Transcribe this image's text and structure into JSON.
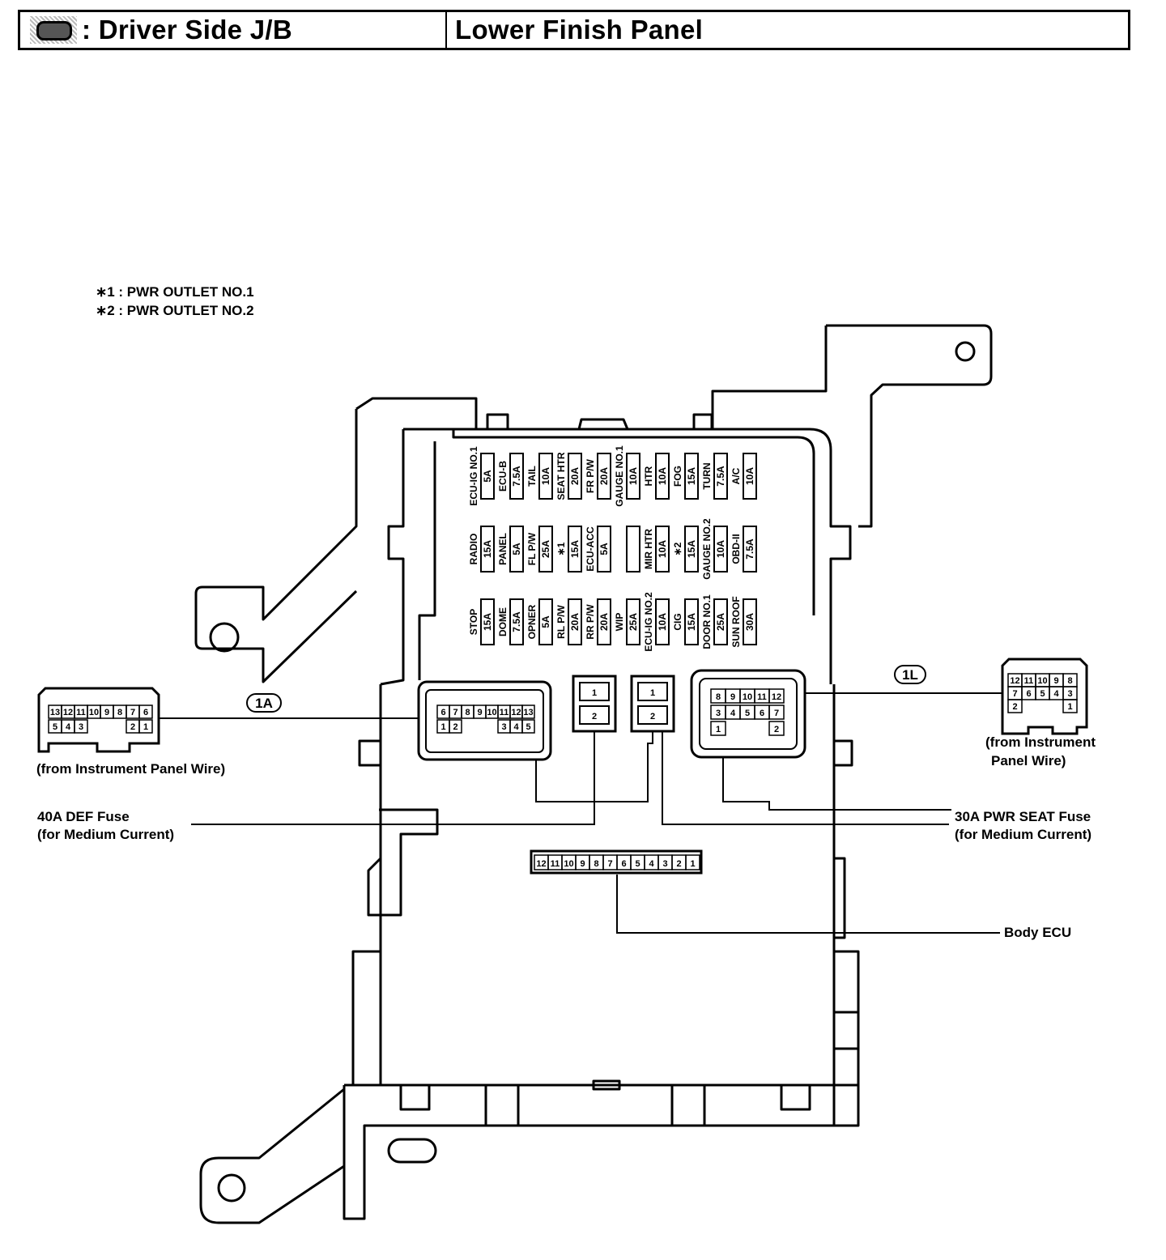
{
  "header": {
    "icon": "junction-block-icon",
    "title_left": ": Driver Side J/B",
    "title_right": "Lower Finish Panel"
  },
  "notes": [
    "∗1 : PWR OUTLET NO.1",
    "∗2 : PWR OUTLET NO.2"
  ],
  "fuse_rows": [
    [
      {
        "name": "ECU-IG NO.1",
        "amp": "5A"
      },
      {
        "name": "ECU-B",
        "amp": "7.5A"
      },
      {
        "name": "TAIL",
        "amp": "10A"
      },
      {
        "name": "SEAT HTR",
        "amp": "20A"
      },
      {
        "name": "FR P/W",
        "amp": "20A"
      },
      {
        "name": "GAUGE NO.1",
        "amp": "10A"
      },
      {
        "name": "HTR",
        "amp": "10A"
      },
      {
        "name": "FOG",
        "amp": "15A"
      },
      {
        "name": "TURN",
        "amp": "7.5A"
      },
      {
        "name": "A/C",
        "amp": "10A"
      }
    ],
    [
      {
        "name": "RADIO",
        "amp": "15A"
      },
      {
        "name": "PANEL",
        "amp": "5A"
      },
      {
        "name": "FL P/W",
        "amp": "25A"
      },
      {
        "name": "∗1",
        "amp": "15A"
      },
      {
        "name": "ECU-ACC",
        "amp": "5A"
      },
      {
        "name": "",
        "amp": ""
      },
      {
        "name": "MIR HTR",
        "amp": "10A"
      },
      {
        "name": "∗2",
        "amp": "15A"
      },
      {
        "name": "GAUGE NO.2",
        "amp": "10A"
      },
      {
        "name": "OBD-II",
        "amp": "7.5A"
      }
    ],
    [
      {
        "name": "STOP",
        "amp": "15A"
      },
      {
        "name": "DOME",
        "amp": "7.5A"
      },
      {
        "name": "OPNER",
        "amp": "5A"
      },
      {
        "name": "RL P/W",
        "amp": "20A"
      },
      {
        "name": "RR P/W",
        "amp": "20A"
      },
      {
        "name": "WIP",
        "amp": "25A"
      },
      {
        "name": "ECU-IG NO.2",
        "amp": "10A"
      },
      {
        "name": "CIG",
        "amp": "15A"
      },
      {
        "name": "DOOR NO.1",
        "amp": "25A"
      },
      {
        "name": "SUN ROOF",
        "amp": "30A"
      }
    ]
  ],
  "connectors": {
    "c1A": {
      "tag": "1A",
      "source": "(from Instrument Panel Wire)",
      "plug_top": [
        "13",
        "12",
        "11",
        "10",
        "9",
        "8",
        "7",
        "6"
      ],
      "plug_bottom": [
        "5",
        "4",
        "3",
        "2",
        "1"
      ],
      "jb_top": [
        "6",
        "7",
        "8",
        "9",
        "10",
        "11",
        "12",
        "13"
      ],
      "jb_bottom": [
        "1",
        "2",
        "3",
        "4",
        "5"
      ]
    },
    "c1L": {
      "tag": "1L",
      "source_line1": "(from Instrument",
      "source_line2": "Panel Wire)",
      "plug_top": [
        "12",
        "11",
        "10",
        "9",
        "8"
      ],
      "plug_mid": [
        "7",
        "6",
        "5",
        "4",
        "3"
      ],
      "plug_bottom": [
        "2",
        "1"
      ],
      "jb_top": [
        "8",
        "9",
        "10",
        "11",
        "12"
      ],
      "jb_mid": [
        "3",
        "4",
        "5",
        "6",
        "7"
      ],
      "jb_bottom": [
        "1",
        "2"
      ]
    },
    "body_ecu_pins": [
      "12",
      "11",
      "10",
      "9",
      "8",
      "7",
      "6",
      "5",
      "4",
      "3",
      "2",
      "1"
    ]
  },
  "medium_fuses": {
    "pins": [
      "1",
      "2"
    ],
    "def_line1": "40A DEF Fuse",
    "def_line2": "(for Medium Current)",
    "pwr_line1": "30A PWR SEAT Fuse",
    "pwr_line2": "(for Medium Current)"
  },
  "body_ecu_label": "Body ECU"
}
